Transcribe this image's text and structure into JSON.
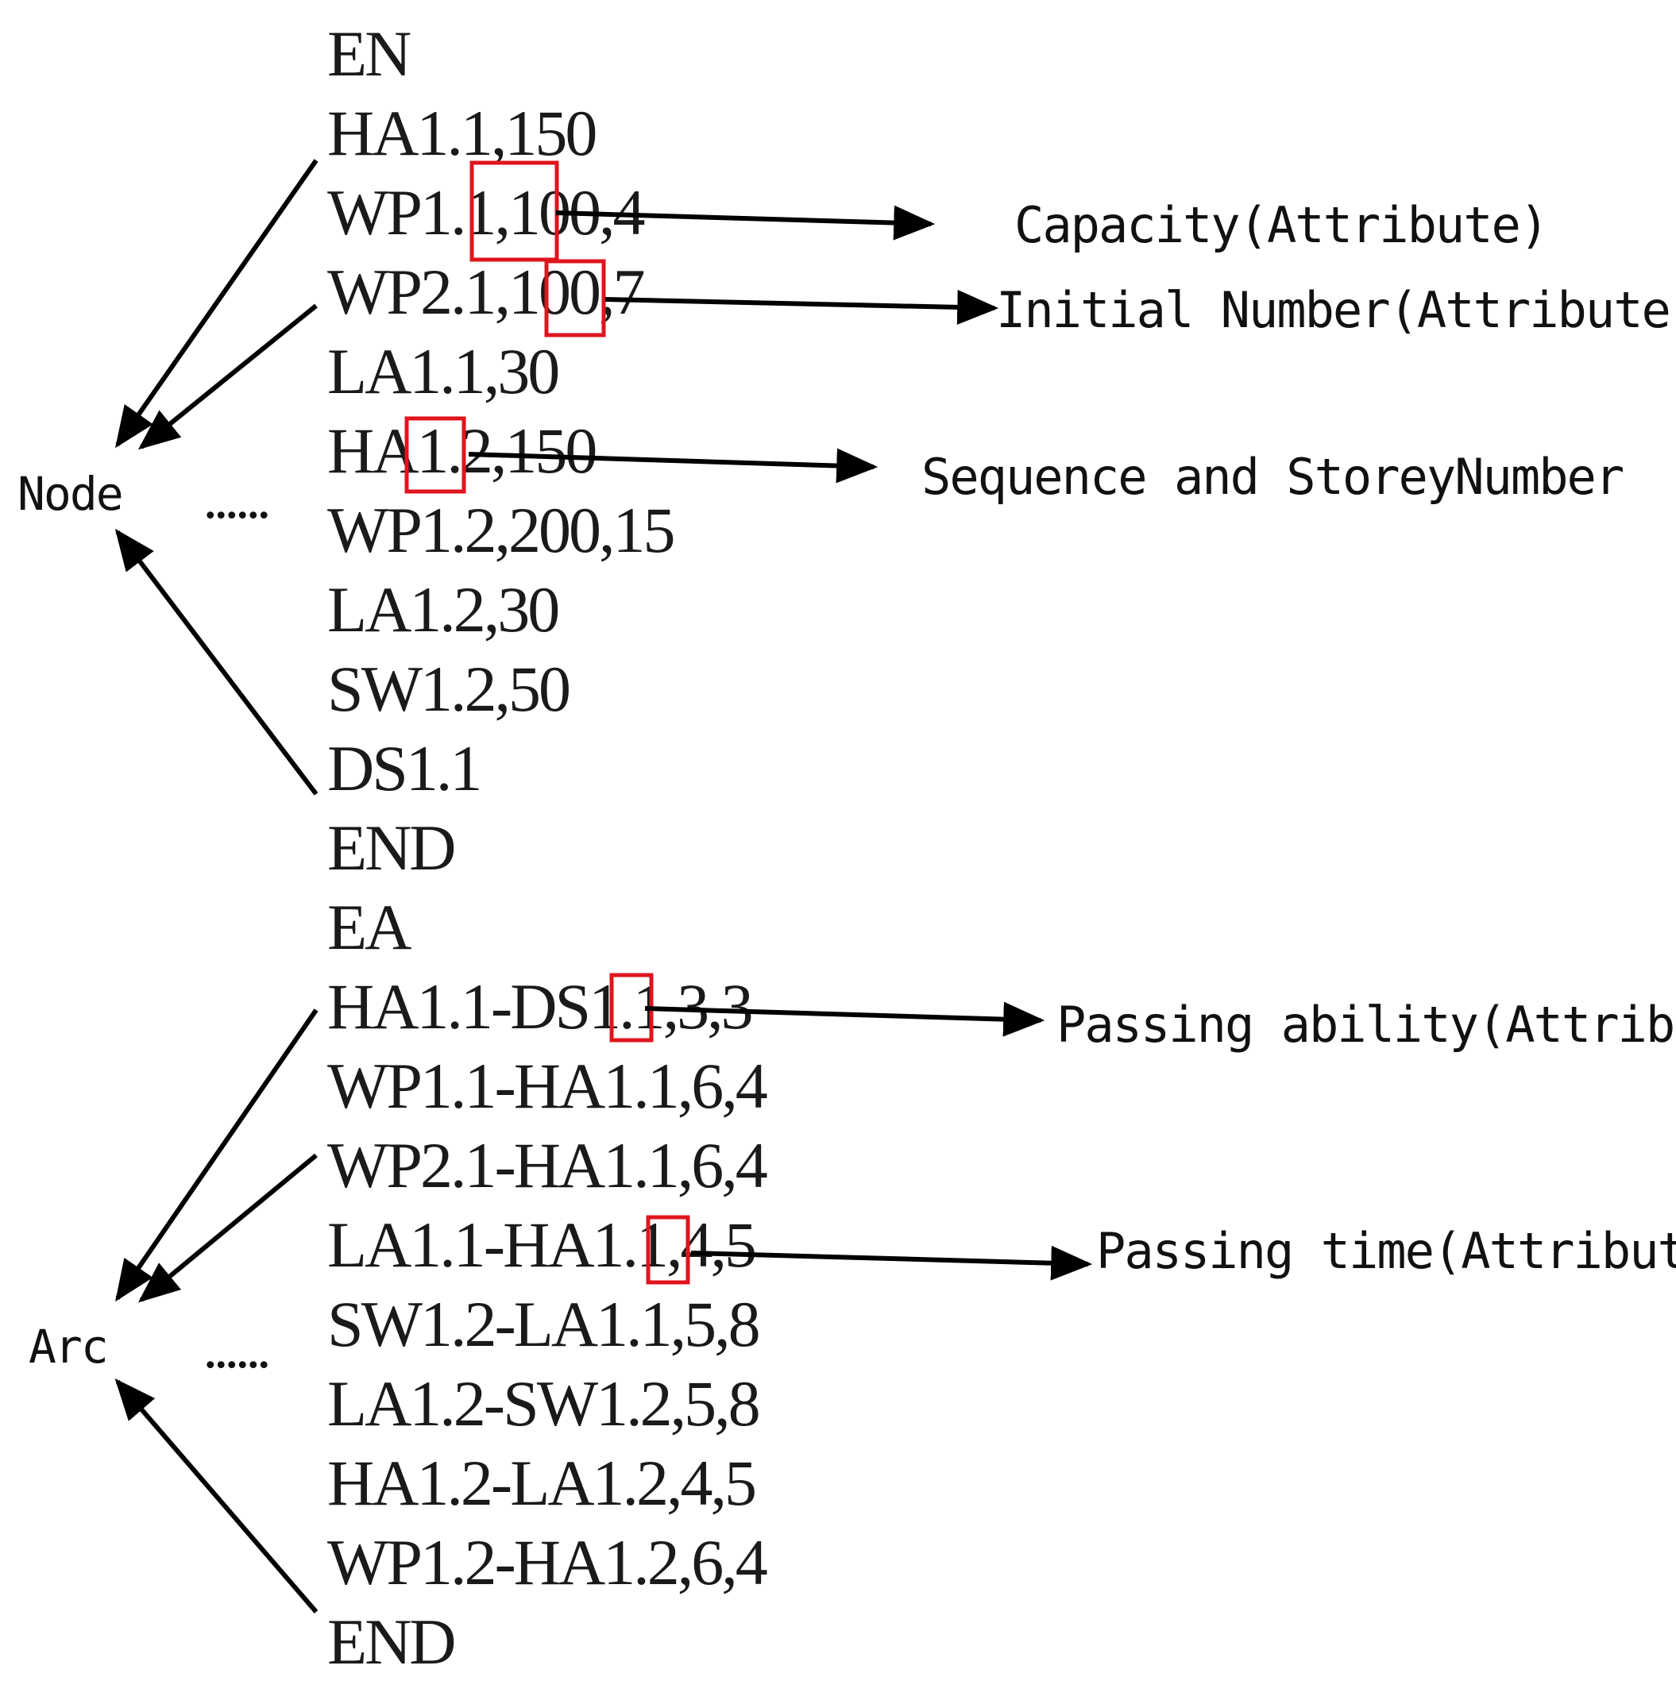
{
  "node_section": {
    "start": "EN",
    "lines": [
      "HA1.1,150",
      "WP1.1,100,4",
      "WP2.1,100,7",
      "LA1.1,30",
      "HA1.2,150",
      "WP1.2,200,15",
      "LA1.2,30",
      "SW1.2,50",
      "DS1.1"
    ],
    "end": "END",
    "group_label": "Node",
    "ellipsis": "......"
  },
  "arc_section": {
    "start": "EA",
    "lines": [
      "HA1.1-DS1.1,3,3",
      "WP1.1-HA1.1,6,4",
      "WP2.1-HA1.1,6,4",
      "LA1.1-HA1.1,4,5",
      "SW1.2-LA1.1,5,8",
      "LA1.2-SW1.2,5,8",
      "HA1.2-LA1.2,4,5",
      "WP1.2-HA1.2,6,4"
    ],
    "end": "END",
    "group_label": "Arc",
    "ellipsis": "......"
  },
  "callouts": {
    "capacity": "Capacity(Attribute)",
    "initial_number": "Initial Number(Attribute)",
    "sequence_storey": "Sequence and StoreyNumber",
    "passing_ability": "Passing ability(Attribute)",
    "passing_time": "Passing time(Attribute)"
  },
  "colors": {
    "highlight_box": "#e0141e",
    "arrows": "#000000",
    "text": "#1a1a1a"
  }
}
